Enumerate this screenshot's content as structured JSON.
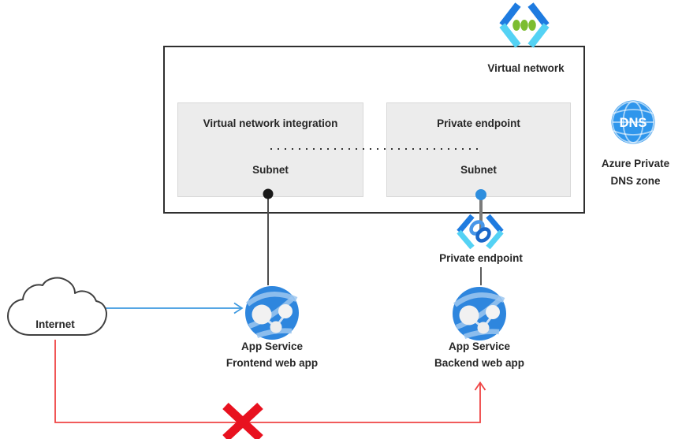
{
  "vnet": {
    "label": "Virtual network",
    "icon": "virtual-network-icon"
  },
  "subnets": [
    {
      "title": "Virtual network integration",
      "label": "Subnet",
      "dot_color": "#1a1a1a"
    },
    {
      "title": "Private endpoint",
      "label": "Subnet",
      "dot_color": "#2e8ede"
    }
  ],
  "private_endpoint": {
    "label": "Private endpoint",
    "icon": "private-endpoint-icon"
  },
  "dns": {
    "icon": "dns-zone-icon",
    "icon_text": "DNS",
    "label_lines": [
      "Azure Private",
      "DNS zone"
    ]
  },
  "apps": [
    {
      "title": "App Service",
      "subtitle": "Frontend web app",
      "icon": "app-service-icon"
    },
    {
      "title": "App Service",
      "subtitle": "Backend web app",
      "icon": "app-service-icon"
    }
  ],
  "internet": {
    "label": "Internet",
    "icon": "cloud-icon"
  },
  "connections": {
    "internet_to_frontend": "blue arrow from Internet cloud to frontend app",
    "frontend_to_integration_subnet": "black line from frontend app to integration subnet dot",
    "subnet_to_subnet": "dotted line between the two subnets",
    "pe_subnet_to_backend": "line from private endpoint subnet through private endpoint icon to backend app",
    "internet_to_backend_blocked": "red arrow from Internet to backend app crossed out with red X"
  },
  "colors": {
    "bracket_dark_blue": "#1e7be0",
    "bracket_cyan": "#54d2f4",
    "dot_green": "#7cbd31",
    "accent_blue": "#2e8ede",
    "globe_blue": "#2e86de",
    "dns_blue": "#2f96ec",
    "subnet_fill": "#ececec",
    "box_border": "#2f2f2f",
    "red_line": "#ef4444",
    "x_red": "#e8111f",
    "text": "#262626"
  }
}
